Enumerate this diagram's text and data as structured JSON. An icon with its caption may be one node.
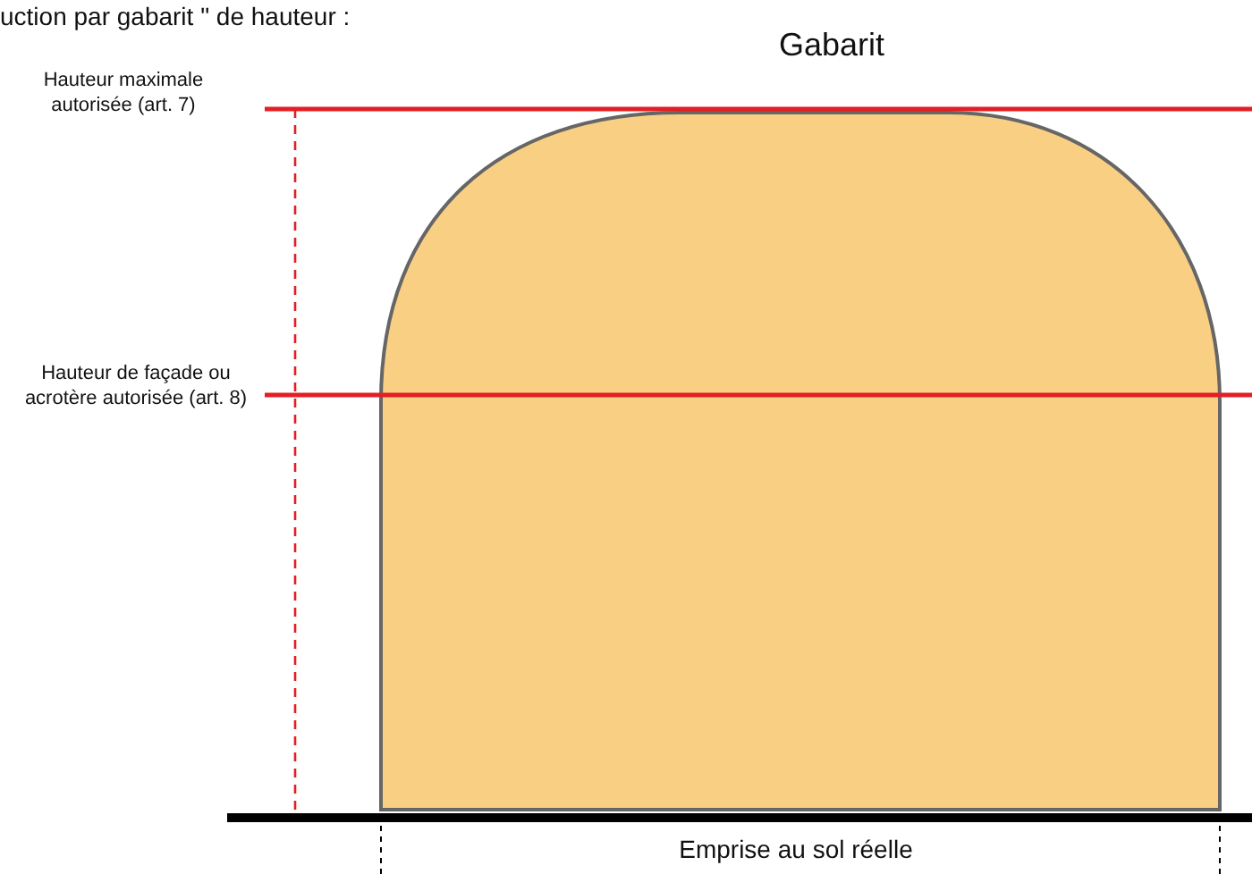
{
  "diagram": {
    "title": "uction par gabarit \" de hauteur :",
    "labels": [
      "Gabarit",
      "Hauteur maximale autorisée (art. 7)",
      "Hauteur de façade ou acrotère autorisée (art. 8)",
      "Emprise au sol réelle"
    ]
  }
}
